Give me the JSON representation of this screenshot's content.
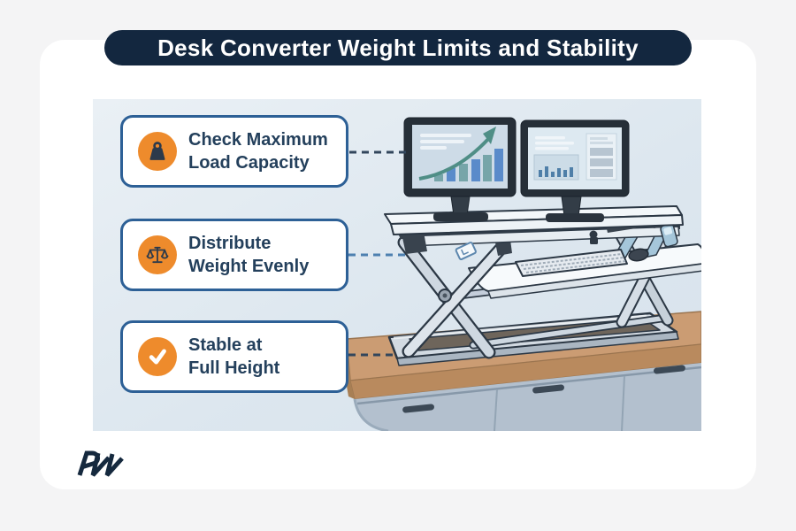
{
  "header": {
    "title": "Desk Converter Weight Limits and Stability"
  },
  "callouts": [
    {
      "line1": "Check Maximum",
      "line2": "Load Capacity",
      "icon": "weight-icon"
    },
    {
      "line1": "Distribute",
      "line2": "Weight Evenly",
      "icon": "balance-scale-icon"
    },
    {
      "line1": "Stable at",
      "line2": "Full Height",
      "icon": "check-icon"
    }
  ],
  "illustration": {
    "parts": [
      "dual-monitors",
      "rising-bar-chart-with-arrow",
      "dashboard-screen",
      "standing-desk-converter",
      "keyboard-tray",
      "keyboard",
      "mouse",
      "scissor-lift-legs",
      "wooden-desk",
      "drawer-cabinet"
    ],
    "connector_style": "dashed"
  },
  "logo": {
    "icon": "dw-monogram-logo"
  },
  "colors": {
    "page_bg": "#f4f4f5",
    "card_bg": "#ffffff",
    "title_bg": "#13273f",
    "title_text": "#ffffff",
    "panel_top": "#eaf0f5",
    "panel_bottom": "#d7e2ec",
    "box_border": "#2d6096",
    "box_text": "#24405c",
    "icon_orange": "#ee8b2c",
    "icon_glyph": "#2c3a4b",
    "check_white": "#ffffff",
    "connector_dark": "#32465c",
    "connector_blue": "#4d80b0",
    "logo_navy": "#15293e",
    "wood": "#cb9c73",
    "wood_front": "#b98a5e",
    "drawer": "#b3c0ce",
    "handle": "#3c4956",
    "monitor_frame": "#262f38",
    "screen_left": "#cddbe7",
    "screen_right": "#dde9f1",
    "bar_teal": "#76a5a9",
    "bar_blue": "#5a8bca",
    "arrow_teal": "#4f8e86",
    "metal_light": "#d2dae2",
    "outline_dark": "#2c3845"
  }
}
